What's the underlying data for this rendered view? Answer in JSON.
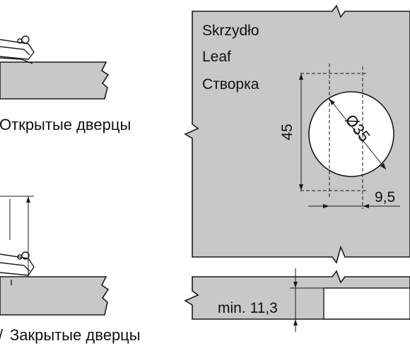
{
  "labels": {
    "leaf_pl": "Skrzydło",
    "leaf_en": "Leaf",
    "leaf_ru": "Створка",
    "open_doors": "Открытые дверцы",
    "closed_doors": "Закрытые дверцы",
    "closed_prefix": "/"
  },
  "dimensions": {
    "hole_diameter": "Ø35",
    "height_45": "45",
    "offset_9_5": "9,5",
    "min_thickness": "min. 11,3"
  },
  "colors": {
    "panel_fill": "#c8c8c8",
    "line": "#1a1a1a",
    "background": "#ffffff"
  }
}
